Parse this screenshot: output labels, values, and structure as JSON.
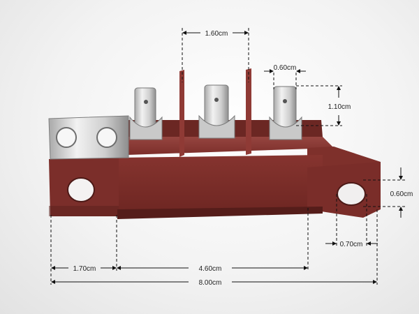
{
  "dimensions": {
    "pin_spacing": "1.60cm",
    "pin_width": "0.60cm",
    "pin_height": "1.10cm",
    "hole_size": "0.60cm",
    "hole_width": "0.70cm",
    "left_offset": "1.70cm",
    "hole_spacing": "4.60cm",
    "total_length": "8.00cm"
  },
  "colors": {
    "body_main": "#7a2e2a",
    "body_dark": "#5a1f1c",
    "body_light": "#8c3a34",
    "metal": "#d8d8d8",
    "metal_dark": "#9a9a9a",
    "dim_line": "#111111"
  }
}
